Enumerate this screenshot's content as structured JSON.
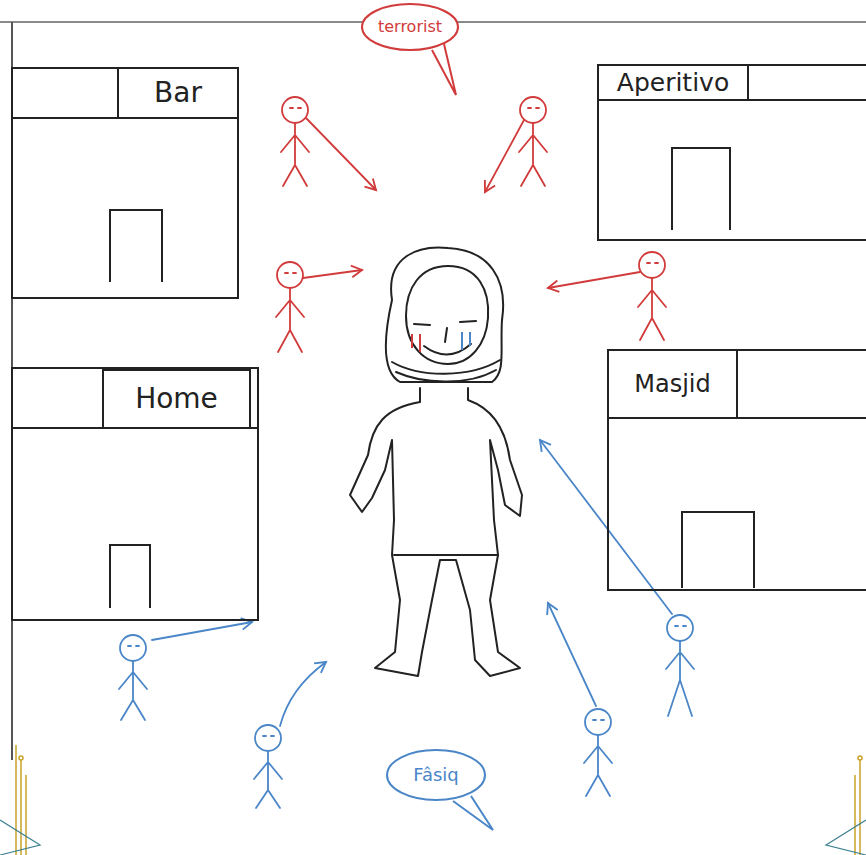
{
  "diagram": {
    "nodes": [
      {
        "text": [
          "terrorist"
        ]
      },
      {
        "text": [
          "Bar"
        ]
      },
      {
        "text": [
          "Aperitivo"
        ]
      },
      {
        "text": [
          "Home"
        ]
      },
      {
        "text": [
          "Masjid"
        ]
      },
      {
        "text": [
          "Fâsiq"
        ]
      }
    ]
  }
}
